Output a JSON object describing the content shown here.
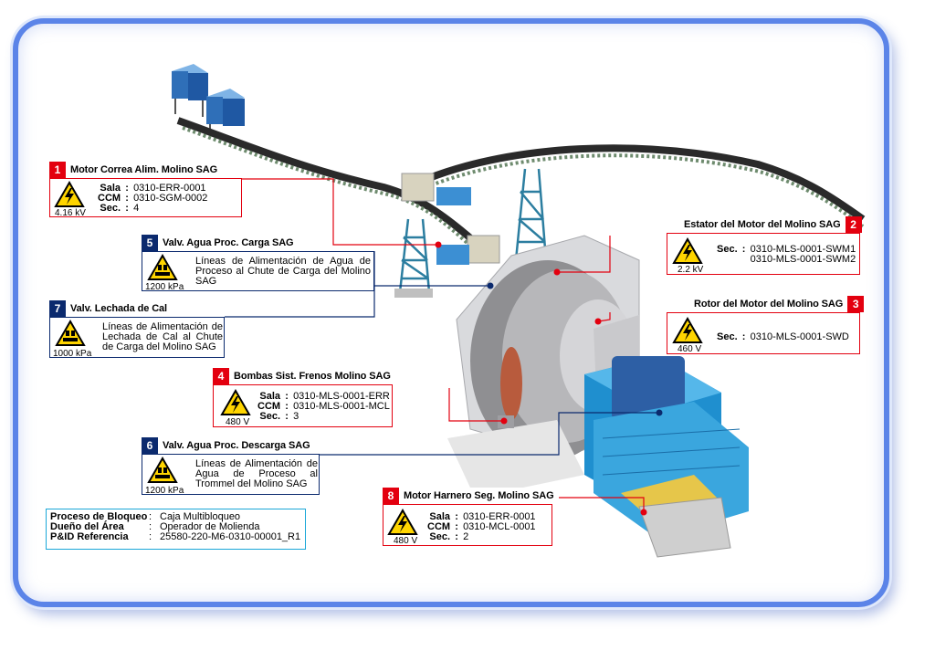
{
  "tags": [
    {
      "num": "1",
      "title": "Motor Correa Alim. Molino SAG",
      "voltage": "4.16 kV",
      "rows": [
        {
          "k": "Sala",
          "v": "0310-ERR-0001"
        },
        {
          "k": "CCM",
          "v": "0310-SGM-0002"
        },
        {
          "k": "Sec.",
          "v": "4"
        }
      ]
    },
    {
      "num": "2",
      "title": "Estator del Motor del Molino SAG",
      "voltage": "2.2 kV",
      "rows": [
        {
          "k": "Sec.",
          "v": "0310-MLS-0001-SWM1"
        },
        {
          "k": "",
          "v": "0310-MLS-0001-SWM2"
        }
      ]
    },
    {
      "num": "3",
      "title": "Rotor del Motor del Molino SAG",
      "voltage": "460 V",
      "rows": [
        {
          "k": "Sec.",
          "v": "0310-MLS-0001-SWD"
        }
      ]
    },
    {
      "num": "4",
      "title": "Bombas Sist.  Frenos Molino SAG",
      "voltage": "480 V",
      "rows": [
        {
          "k": "Sala",
          "v": "0310-MLS-0001-ERR"
        },
        {
          "k": "CCM",
          "v": "0310-MLS-0001-MCL"
        },
        {
          "k": "Sec.",
          "v": "3"
        }
      ]
    },
    {
      "num": "5",
      "title": "Valv. Agua Proc. Carga SAG",
      "pressure": "1200 kPa",
      "description": "Líneas de Alimentación de Agua de Proceso al Chute de Carga del Molino SAG"
    },
    {
      "num": "6",
      "title": "Valv. Agua Proc. Descarga SAG",
      "pressure": "1200 kPa",
      "description": "Líneas de Alimentación de Agua de Proceso al Trommel del Molino SAG"
    },
    {
      "num": "7",
      "title": "Valv. Lechada de Cal",
      "pressure": "1000 kPa",
      "description": "Líneas de Alimentación de Lechada de Cal al Chute de Carga del Molino SAG"
    },
    {
      "num": "8",
      "title": "Motor Harnero Seg. Molino SAG",
      "voltage": "480 V",
      "rows": [
        {
          "k": "Sala",
          "v": "0310-ERR-0001"
        },
        {
          "k": "CCM",
          "v": "0310-MCL-0001"
        },
        {
          "k": "Sec.",
          "v": "2"
        }
      ]
    }
  ],
  "legend": [
    {
      "k": "Proceso de Bloqueo",
      "v": "Caja Multibloqueo"
    },
    {
      "k": "Dueño del Área",
      "v": "Operador de Molienda"
    },
    {
      "k": "P&ID Referencia",
      "v": "25580-220-M6-0310-00001_R1"
    }
  ],
  "colors": {
    "electrical": "#e3000f",
    "process": "#0b2a6e",
    "frame": "#5b84e8",
    "legend_border": "#1aa7d8"
  }
}
